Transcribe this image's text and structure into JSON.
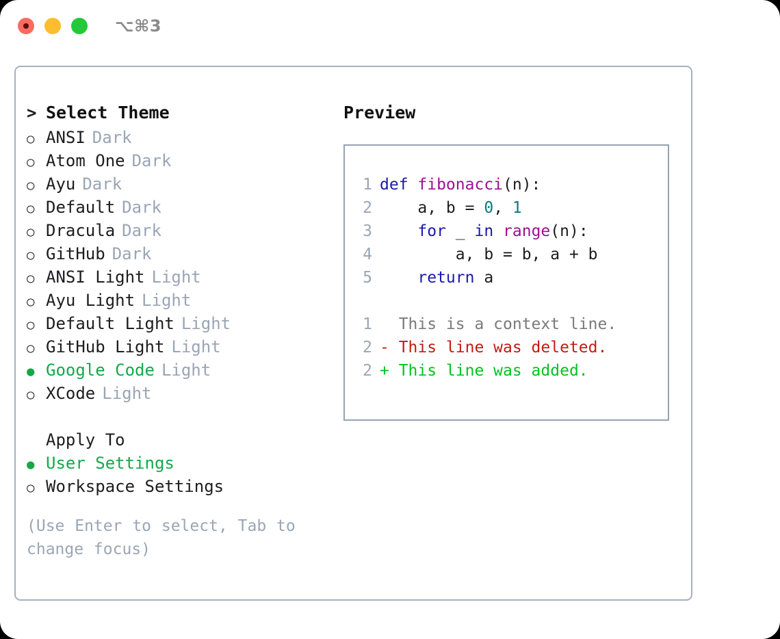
{
  "window": {
    "title": "⌥⌘3",
    "traffic_lights": [
      "close",
      "minimize",
      "zoom"
    ],
    "accent_green": "#15a84a",
    "border_color": "#a7b0bf",
    "muted_color": "#9aa5b5"
  },
  "theme_picker": {
    "heading": "Select Theme",
    "prompt_marker": ">",
    "unselected_marker": "○",
    "selected_marker": "●",
    "items": [
      {
        "label": "ANSI",
        "tag": "Dark",
        "selected": false
      },
      {
        "label": "Atom One",
        "tag": "Dark",
        "selected": false
      },
      {
        "label": "Ayu",
        "tag": "Dark",
        "selected": false
      },
      {
        "label": "Default",
        "tag": "Dark",
        "selected": false
      },
      {
        "label": "Dracula",
        "tag": "Dark",
        "selected": false
      },
      {
        "label": "GitHub",
        "tag": "Dark",
        "selected": false
      },
      {
        "label": "ANSI Light",
        "tag": "Light",
        "selected": false
      },
      {
        "label": "Ayu Light",
        "tag": "Light",
        "selected": false
      },
      {
        "label": "Default Light",
        "tag": "Light",
        "selected": false
      },
      {
        "label": "GitHub Light",
        "tag": "Light",
        "selected": false
      },
      {
        "label": "Google Code",
        "tag": "Light",
        "selected": true
      },
      {
        "label": "XCode",
        "tag": "Light",
        "selected": false
      }
    ]
  },
  "apply_to": {
    "heading": "Apply To",
    "items": [
      {
        "label": "User Settings",
        "selected": true
      },
      {
        "label": "Workspace Settings",
        "selected": false
      }
    ]
  },
  "hint": "(Use Enter to select, Tab to change focus)",
  "preview": {
    "title": "Preview",
    "code_lines": [
      {
        "num": "1",
        "segments": [
          {
            "text": "def ",
            "type": "kw"
          },
          {
            "text": "fibonacci",
            "type": "fn"
          },
          {
            "text": "(n):",
            "type": "plain"
          }
        ]
      },
      {
        "num": "2",
        "segments": [
          {
            "text": "    a, b = ",
            "type": "plain"
          },
          {
            "text": "0",
            "type": "num"
          },
          {
            "text": ", ",
            "type": "plain"
          },
          {
            "text": "1",
            "type": "num"
          }
        ]
      },
      {
        "num": "3",
        "segments": [
          {
            "text": "    ",
            "type": "plain"
          },
          {
            "text": "for",
            "type": "kw"
          },
          {
            "text": " _ ",
            "type": "plain"
          },
          {
            "text": "in",
            "type": "kw"
          },
          {
            "text": " ",
            "type": "plain"
          },
          {
            "text": "range",
            "type": "fn"
          },
          {
            "text": "(n):",
            "type": "plain"
          }
        ]
      },
      {
        "num": "4",
        "segments": [
          {
            "text": "        a, b = b, a + b",
            "type": "plain"
          }
        ]
      },
      {
        "num": "5",
        "segments": [
          {
            "text": "    ",
            "type": "plain"
          },
          {
            "text": "return",
            "type": "kw"
          },
          {
            "text": " a",
            "type": "plain"
          }
        ]
      }
    ],
    "diff_lines": [
      {
        "num": "1",
        "sign": " ",
        "text": " This is a context line.",
        "type": "ctx"
      },
      {
        "num": "2",
        "sign": "-",
        "text": " This line was deleted.",
        "type": "del"
      },
      {
        "num": "2",
        "sign": "+",
        "text": " This line was added.",
        "type": "add"
      }
    ]
  }
}
